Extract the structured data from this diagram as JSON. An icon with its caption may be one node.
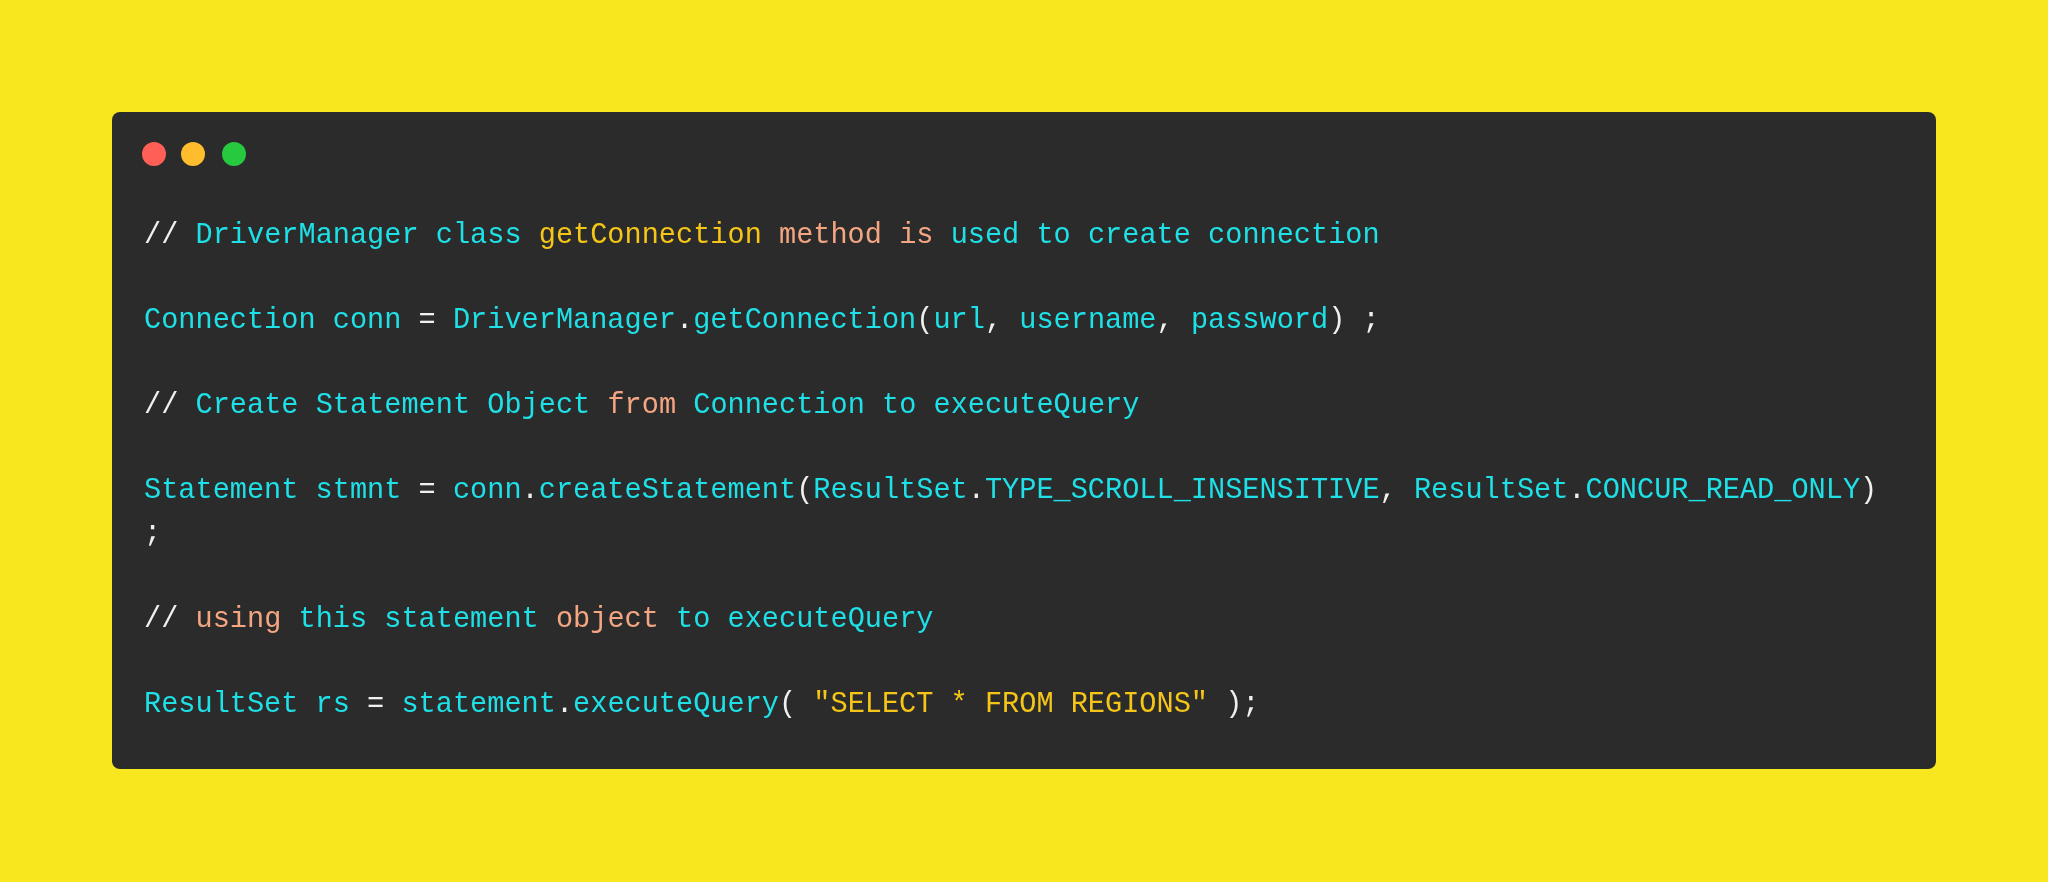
{
  "diagram": {
    "labels": [
      "// DriverManager class getConnection method is used to create connection",
      "Connection conn = DriverManager.getConnection(url, username, password) ;",
      "// Create Statement Object from Connection to executeQuery",
      "Statement stmnt = conn.createStatement(ResultSet.TYPE_SCROLL_INSENSITIVE, ResultSet.CONCUR_READ_ONLY) ;",
      "// using this statement object to executeQuery",
      "ResultSet rs = statement.executeQuery( \"SELECT * FROM REGIONS\" );"
    ]
  }
}
